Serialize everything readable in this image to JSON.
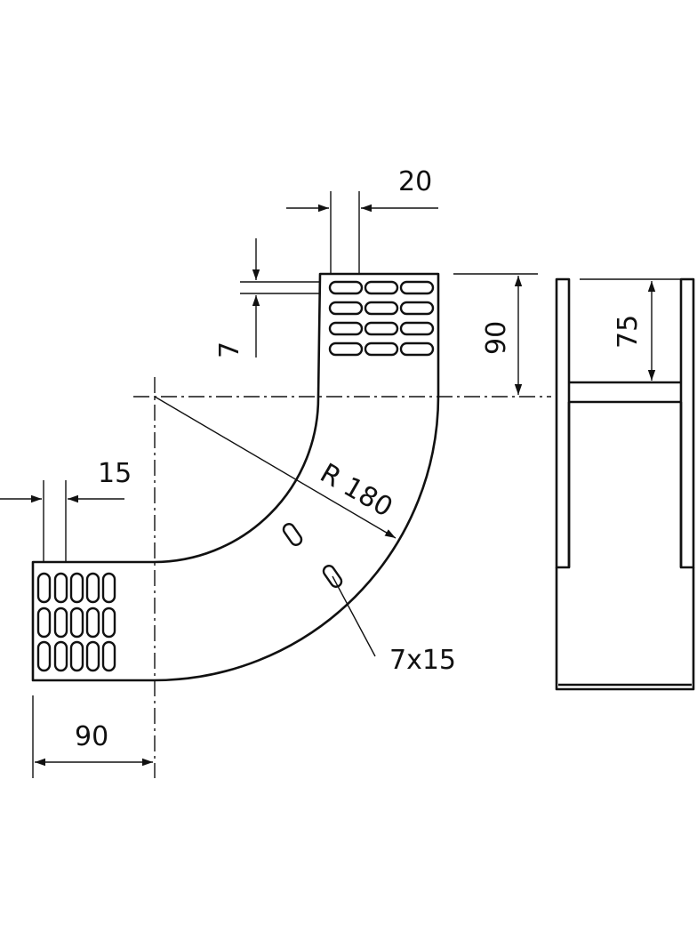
{
  "dimensions": {
    "top_width": "20",
    "slot_height": "7",
    "flange_height": "90",
    "left_width": "15",
    "radius": "R 180",
    "bottom_width": "90",
    "hole_size": "7x15",
    "side_depth": "75"
  },
  "colors": {
    "line": "#111111",
    "background": "#ffffff"
  }
}
